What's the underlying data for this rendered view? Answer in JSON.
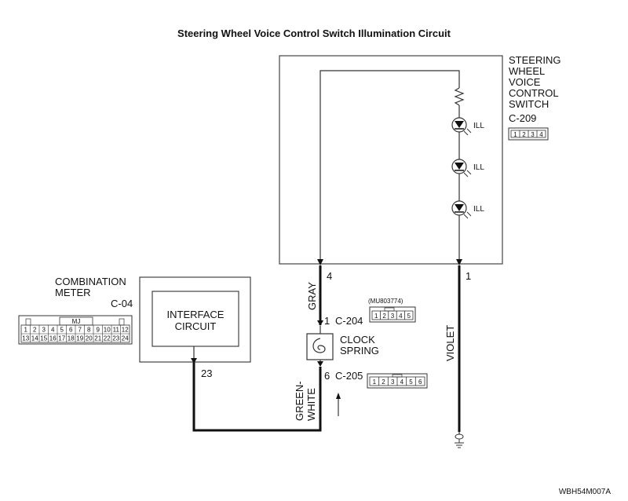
{
  "title": "Steering Wheel Voice Control Switch Illumination Circuit",
  "steering_switch": {
    "name_lines": [
      "STEERING",
      "WHEEL",
      "VOICE",
      "CONTROL",
      "SWITCH"
    ],
    "connector": "C-209",
    "pins": [
      "1",
      "2",
      "3",
      "4"
    ],
    "led_labels": [
      "ILL",
      "ILL",
      "ILL"
    ],
    "terminal_left": "4",
    "terminal_right": "1"
  },
  "combination_meter": {
    "name_lines": [
      "COMBINATION",
      "METER"
    ],
    "connector": "C-04",
    "inner_lines": [
      "INTERFACE",
      "CIRCUIT"
    ],
    "pins_top": [
      "1",
      "2",
      "3",
      "4",
      "5",
      "6",
      "7",
      "8",
      "9",
      "10",
      "11",
      "12"
    ],
    "pins_bottom": [
      "13",
      "14",
      "15",
      "16",
      "17",
      "18",
      "19",
      "20",
      "21",
      "22",
      "23",
      "24"
    ],
    "mark": "MJ",
    "terminal": "23"
  },
  "clock_spring": {
    "name_lines": [
      "CLOCK",
      "SPRING"
    ],
    "upper_terminal": "1",
    "upper_connector": "C-204",
    "upper_part_no": "(MU803774)",
    "upper_pins": [
      "1",
      "2",
      "3",
      "4",
      "5"
    ],
    "lower_terminal": "6",
    "lower_connector": "C-205",
    "lower_pins": [
      "1",
      "2",
      "3",
      "4",
      "5",
      "6"
    ]
  },
  "wires": {
    "gray": "GRAY",
    "violet": "VIOLET",
    "green_white_lines": [
      "GREEN-",
      "WHITE"
    ]
  },
  "figure_code": "WBH54M007A"
}
